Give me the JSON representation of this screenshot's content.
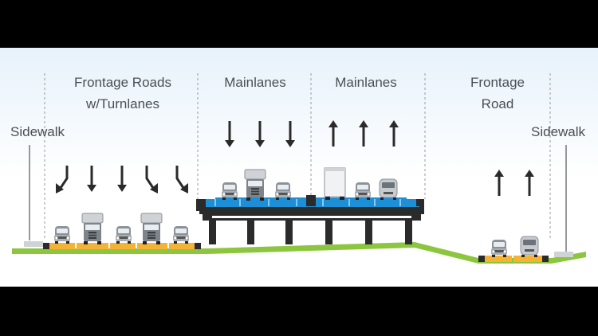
{
  "diagram": {
    "labels": {
      "frontage_roads_line1": "Frontage Roads",
      "frontage_roads_line2": "w/Turnlanes",
      "mainlanes_left": "Mainlanes",
      "mainlanes_right": "Mainlanes",
      "frontage_road_line1": "Frontage",
      "frontage_road_line2": "Road",
      "sidewalk_left": "Sidewalk",
      "sidewalk_right": "Sidewalk"
    },
    "colors": {
      "background": "#000000",
      "ground": "#8cc63f",
      "lane_yellow": "#f5b335",
      "lane_blue": "#1c8fd6",
      "structure": "#2b2b2b",
      "sidewalk": "#cfd3d6",
      "arrow": "#2a2a2a",
      "divider": "#9a9a9a",
      "text": "#4b4f55"
    },
    "icons": [
      "arrow-down-icon",
      "arrow-up-icon",
      "turn-left-arrow-icon",
      "turn-right-arrow-icon",
      "car-icon",
      "semi-truck-icon",
      "box-truck-icon",
      "van-icon"
    ]
  }
}
